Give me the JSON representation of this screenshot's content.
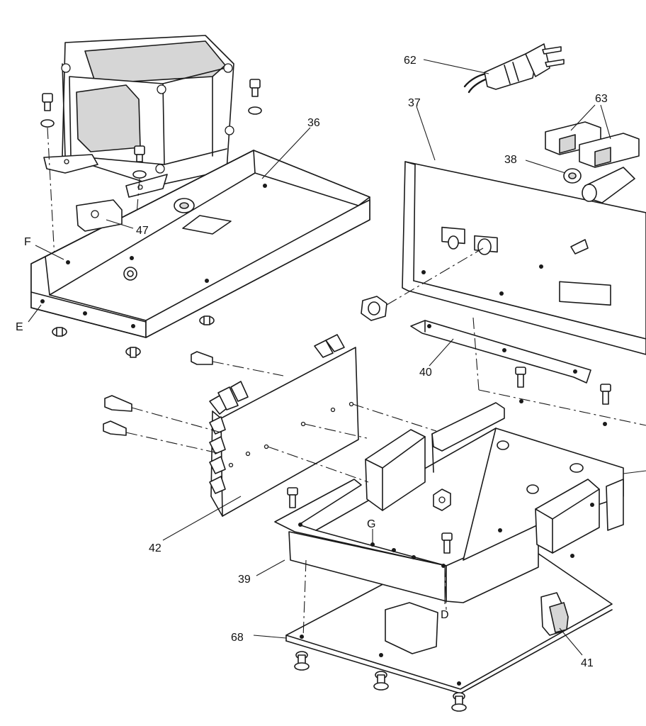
{
  "labels": {
    "p62": "62",
    "p63": "63",
    "p37": "37",
    "p38": "38",
    "p36": "36",
    "p47": "47",
    "pF": "F",
    "pE": "E",
    "p40": "40",
    "p42": "42",
    "pG": "G",
    "p39": "39",
    "pD": "D",
    "p68": "68",
    "p41": "41"
  }
}
